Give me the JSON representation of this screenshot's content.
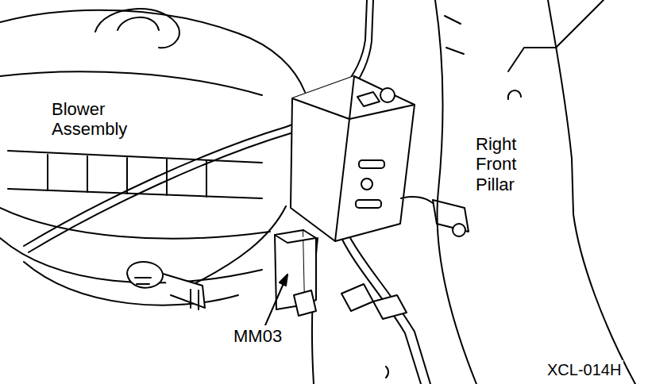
{
  "diagram": {
    "labels": [
      "Blower Assembly",
      "Right Front Pillar",
      "MM03",
      "XCL-014H"
    ]
  }
}
